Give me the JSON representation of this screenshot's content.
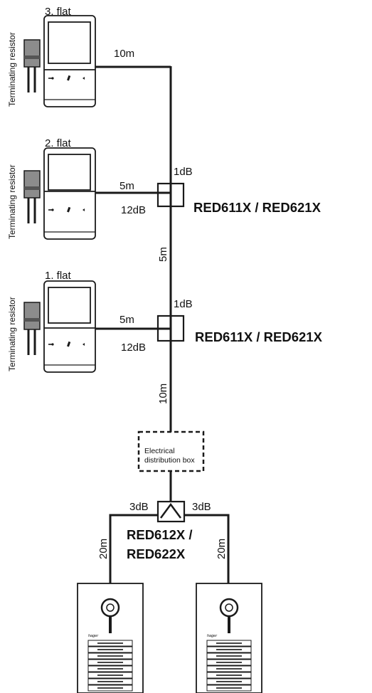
{
  "flats": [
    {
      "label": "3. flat",
      "resistor_label": "Terminating resistor",
      "cable": "10m"
    },
    {
      "label": "2. flat",
      "resistor_label": "Terminating resistor",
      "cable": "5m",
      "tap_loss": "12dB",
      "through_loss": "1dB"
    },
    {
      "label": "1. flat",
      "resistor_label": "Terminating resistor",
      "cable": "5m",
      "tap_loss": "12dB",
      "through_loss": "1dB"
    }
  ],
  "riser": {
    "segment_upper": "5m",
    "segment_lower": "10m"
  },
  "splitters": {
    "tap_model_upper": "RED611X / RED621X",
    "tap_model_lower": "RED611X / RED621X",
    "splitter_model_line1": "RED612X /",
    "splitter_model_line2": "RED622X",
    "left_loss": "3dB",
    "right_loss": "3dB"
  },
  "distribution_box": {
    "line1": "Electrical",
    "line2": "distribution box"
  },
  "outdoor": {
    "left_cable": "20m",
    "right_cable": "20m",
    "brand": "hager"
  },
  "colors": {
    "line": "#1a1a1a",
    "resistor": "#8c8c8c"
  }
}
